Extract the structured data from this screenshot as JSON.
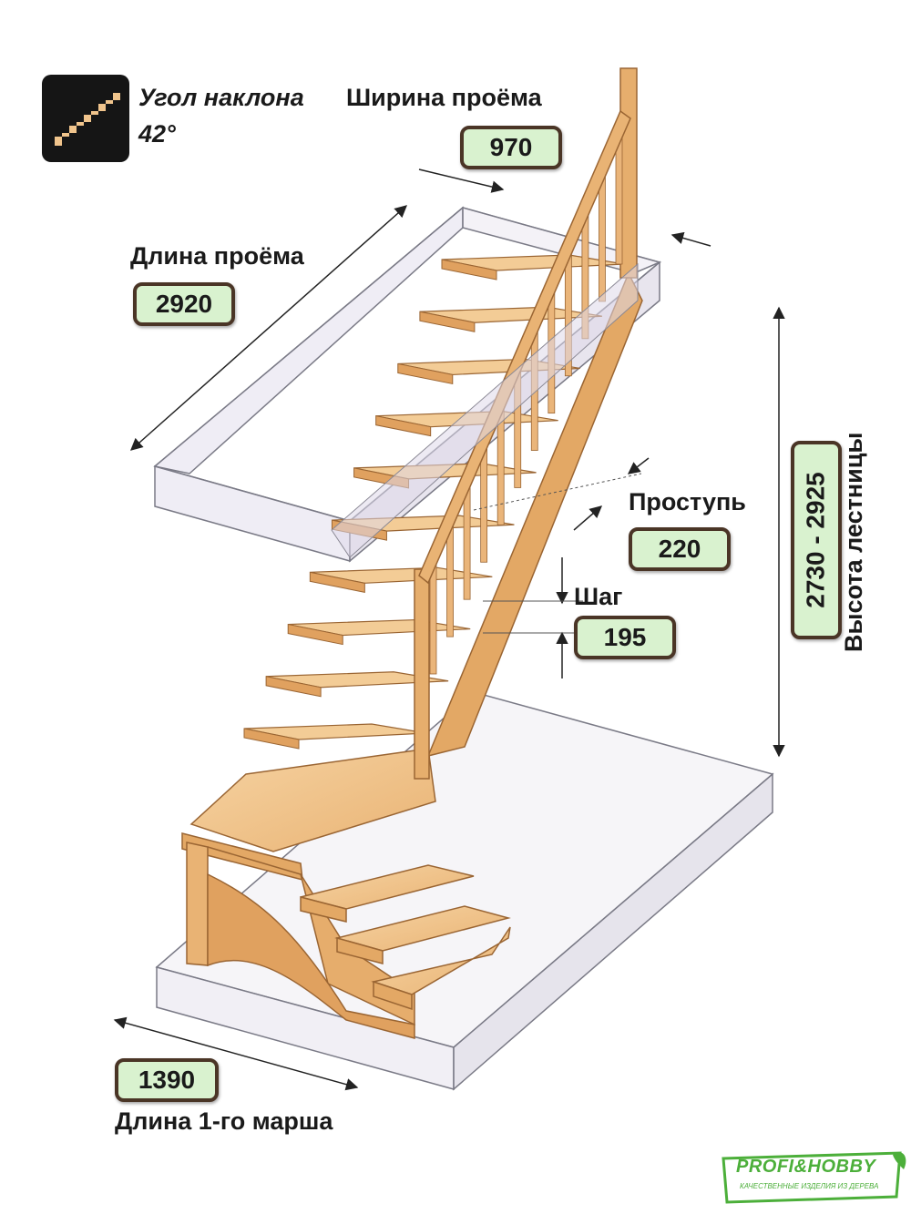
{
  "slope": {
    "title": "Угол наклона",
    "value": "42°",
    "icon": "stairs-icon"
  },
  "opening_width": {
    "label": "Ширина проёма",
    "value": "970"
  },
  "opening_length": {
    "label": "Длина проёма",
    "value": "2920"
  },
  "tread": {
    "label": "Проступь",
    "value": "220"
  },
  "step": {
    "label": "Шаг",
    "value": "195"
  },
  "height": {
    "label": "Высота лестницы",
    "value": "2730 - 2925"
  },
  "first_flight": {
    "label": "Длина 1-го марша",
    "value": "1390"
  },
  "brand": {
    "name": "PROFI&HOBBY",
    "tagline": "КАЧЕСТВЕННЫЕ ИЗДЕЛИЯ ИЗ ДЕРЕВА"
  },
  "colors": {
    "wood": "#f0c48c",
    "wood_dark": "#c98a4a",
    "badge_fill": "#d9f2cf",
    "badge_border": "#4a3526",
    "glass": "#e8e4f0",
    "brand_green": "#4caf3a"
  }
}
